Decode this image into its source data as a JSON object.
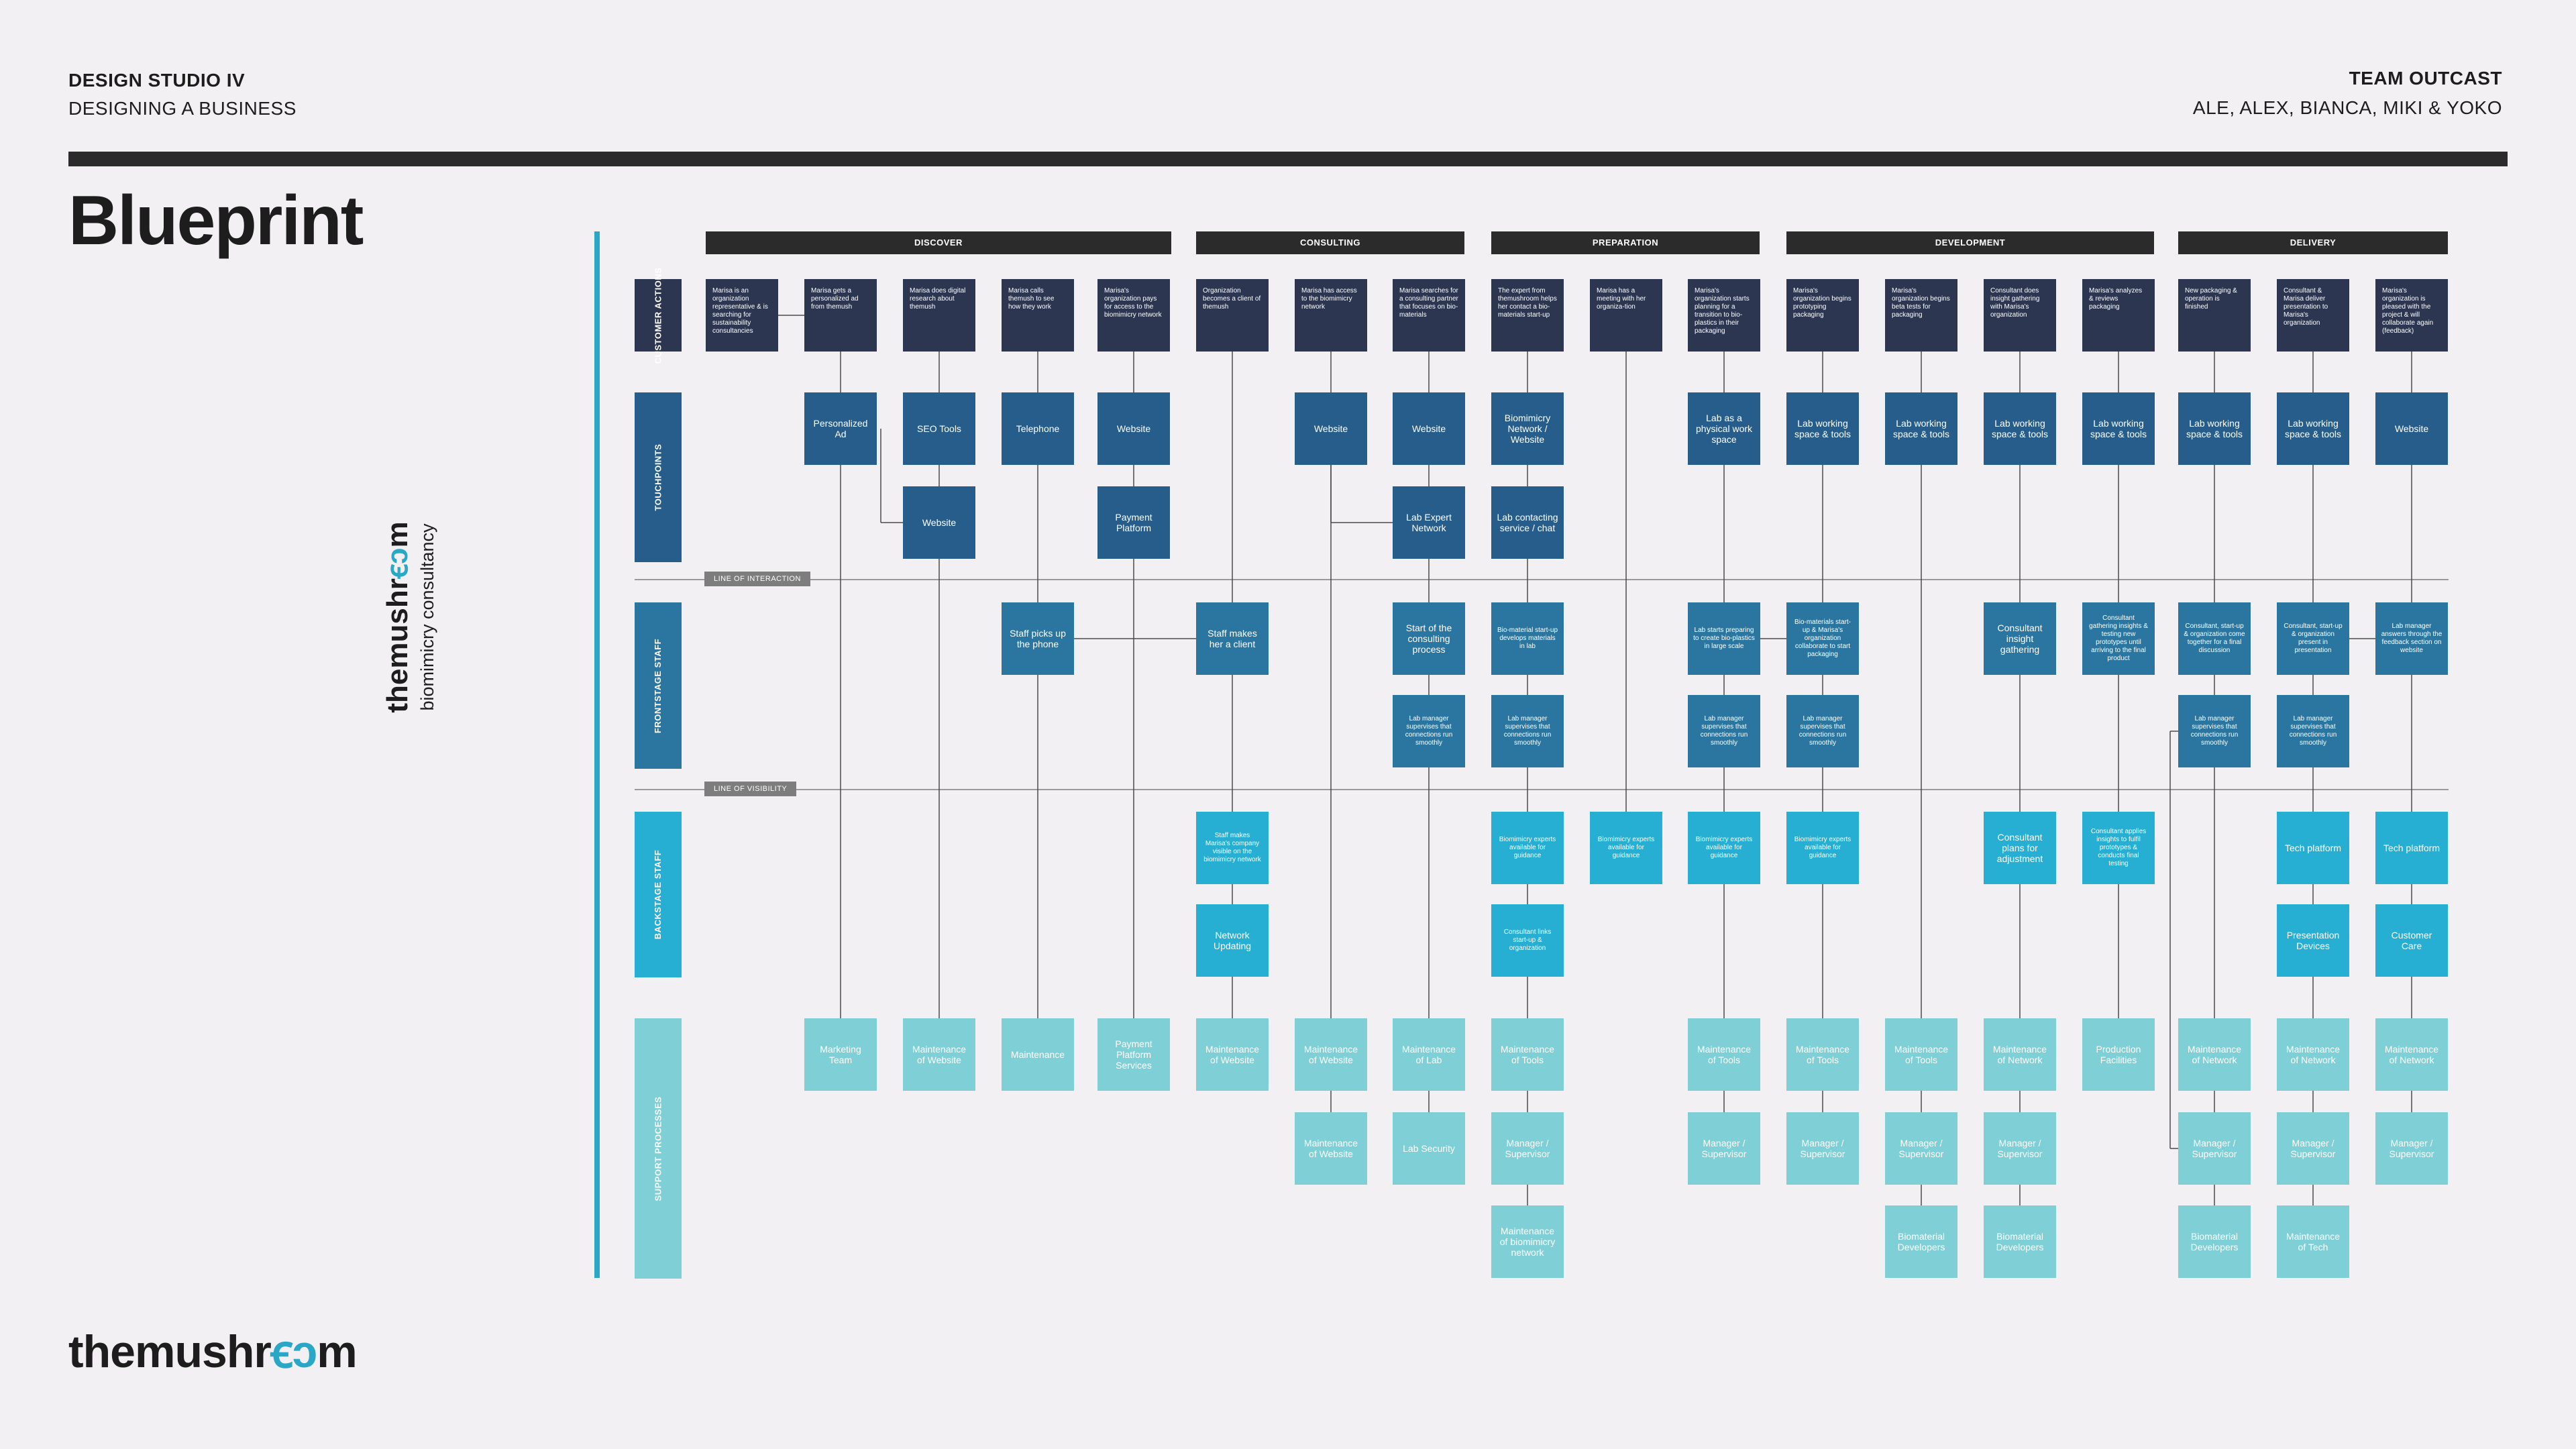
{
  "header": {
    "course_title": "DESIGN STUDIO IV",
    "course_subtitle": "DESIGNING A BUSINESS",
    "team_name": "TEAM OUTCAST",
    "team_members": "ALE, ALEX, BIANCA, MIKI & YOKO",
    "page_title": "Blueprint"
  },
  "brand": {
    "logo_prefix": "themushr",
    "logo_mid": "ꞓɔ",
    "logo_suffix": "m",
    "tagline": "biomimicry consultancy"
  },
  "colors": {
    "background": "#f2f0f2",
    "customer_actions": "#2c3650",
    "touchpoints": "#265d8a",
    "frontstage": "#2a76a0",
    "backstage": "#26aed3",
    "support": "#7fcfd6",
    "accent": "#2aa7c7",
    "dark": "#2b2b2b"
  },
  "phases": [
    {
      "label": "DISCOVER"
    },
    {
      "label": "CONSULTING"
    },
    {
      "label": "PREPARATION"
    },
    {
      "label": "DEVELOPMENT"
    },
    {
      "label": "DELIVERY"
    }
  ],
  "lanes": [
    {
      "label": "CUSTOMER ACTIONS"
    },
    {
      "label": "TOUCHPOINTS"
    },
    {
      "label": "FRONTSTAGE STAFF"
    },
    {
      "label": "BACKSTAGE STAFF"
    },
    {
      "label": "SUPPORT PROCESSES"
    }
  ],
  "dividers": {
    "interaction": "LINE OF INTERACTION",
    "visibility": "LINE OF VISIBILITY"
  },
  "customer_actions": [
    "Marisa is an organization representative & is searching for sustainability consultancies",
    "Marisa gets a personalized ad from themush",
    "Marisa does digital research about themush",
    "Marisa calls themush to see how they work",
    "Marisa's organization pays for access to the biomimicry network",
    "Organization becomes a client of themush",
    "Marisa has access to the biomimicry network",
    "Marisa searches for a consulting partner that focuses on bio-materials",
    "The expert from themushroom helps her contact a bio-materials start-up",
    "Marisa has a meeting with her organiza-tion",
    "Marisa's organization starts planning for a transition to bio-plastics in their packaging",
    "Marisa's organization begins prototyping packaging",
    "Marisa's organization begins beta tests for packaging",
    "Consultant does insight gathering with Marisa's organization",
    "Marisa's analyzes & reviews packaging",
    "New packaging & operation is finished",
    "Consultant & Marisa deliver presentation to Marisa's organization",
    "Marisa's organization is pleased with the project & will collaborate again (feedback)"
  ],
  "touchpoints": {
    "row1": [
      "Personalized Ad",
      "SEO Tools",
      "Telephone",
      "Website",
      "Website",
      "Website",
      "Biomimicry Network / Website",
      "Lab as a physical work space",
      "Lab working space & tools",
      "Lab working space & tools",
      "Lab working space & tools",
      "Lab working space & tools",
      "Lab working space & tools",
      "Lab working space & tools",
      "Website"
    ],
    "row2": [
      "Website",
      "Payment Platform",
      "Lab Expert Network",
      "Lab contacting service / chat"
    ]
  },
  "frontstage": {
    "row1": [
      "Staff picks up the phone",
      "Staff makes her a client",
      "Start of the consulting process",
      "Bio-material start-up develops materials in lab",
      "Lab starts preparing to create bio-plastics in large scale",
      "Bio-materials start-up & Marisa's organization collaborate to start packaging",
      "Consultant insight gathering",
      "Consultant gathering insights & testing new prototypes until arriving to the final product",
      "Consultant, start-up & organization come together for a final discussion",
      "Consultant, start-up & organization present in presentation",
      "Lab manager answers through the feedback section on website"
    ],
    "row2": [
      "Lab manager supervises that connections run smoothly",
      "Lab manager supervises that connections run smoothly",
      "Lab manager supervises that connections run smoothly",
      "Lab manager supervises that connections run smoothly",
      "Lab manager supervises that connections run smoothly",
      "Lab manager supervises that connections run smoothly"
    ]
  },
  "backstage": {
    "row1": [
      "Staff makes Marisa's company visible on the biomimicry network",
      "Biomimicry experts available for guidance",
      "Biomimicry experts available for guidance",
      "Biomimicry experts available for guidance",
      "Biomimicry experts available for guidance",
      "Consultant plans for adjustment",
      "Consultant applies insights to fulfil prototypes & conducts final testing",
      "Tech platform",
      "Tech platform"
    ],
    "row2": [
      "Network Updating",
      "Consultant links start-up & organization",
      "Presentation Devices",
      "Customer Care"
    ]
  },
  "support": {
    "row1": [
      "Marketing Team",
      "Maintenance of Website",
      "Maintenance",
      "Payment Platform Services",
      "Maintenance of Website",
      "Maintenance of Website",
      "Maintenance of Lab",
      "Maintenance of Tools",
      "Maintenance of Tools",
      "Maintenance of Tools",
      "Maintenance of Tools",
      "Maintenance of Network",
      "Production Facilities",
      "Maintenance of Network",
      "Maintenance of Network",
      "Maintenance of Network"
    ],
    "row2": [
      "Maintenance of Website",
      "Lab Security",
      "Manager / Supervisor",
      "Manager / Supervisor",
      "Manager / Supervisor",
      "Manager / Supervisor",
      "Manager / Supervisor",
      "Manager / Supervisor",
      "Manager / Supervisor",
      "Manager / Supervisor"
    ],
    "row3": [
      "Maintenance of biomimicry network",
      "Biomaterial Developers",
      "Biomaterial Developers",
      "Biomaterial Developers",
      "Maintenance of Tech"
    ]
  }
}
